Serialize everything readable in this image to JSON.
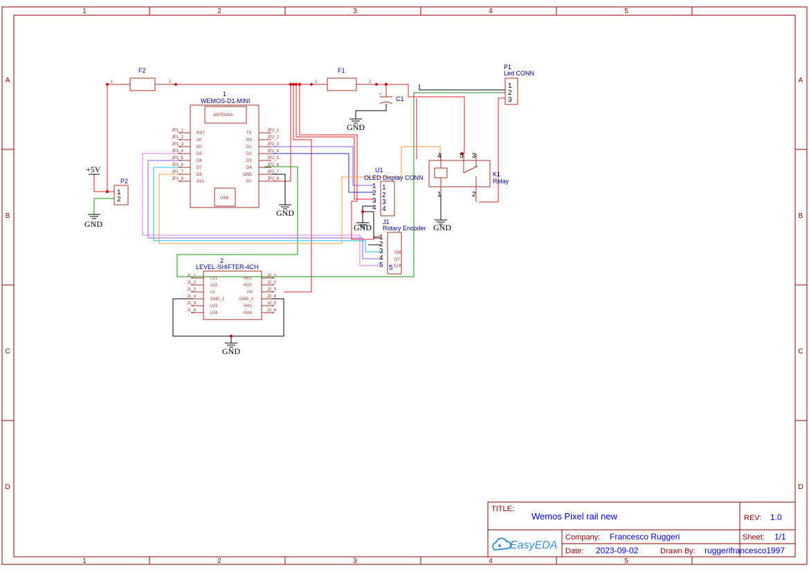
{
  "frame": {
    "columns": [
      "1",
      "2",
      "3",
      "4",
      "5"
    ],
    "rows": [
      "A",
      "B",
      "C",
      "D"
    ]
  },
  "components": {
    "fuse2": {
      "ref": "F2",
      "pin1": "1",
      "pin2": "2"
    },
    "fuse1": {
      "ref": "F1",
      "pin1": "1",
      "pin2": "2"
    },
    "wemos": {
      "num": "1",
      "name": "WEMOS-D1-MINI",
      "antenna": "ANTENNA",
      "usb": "USB",
      "left_pins": [
        "RST",
        "A0",
        "D0",
        "D5",
        "D6",
        "D7",
        "D8",
        "3V3"
      ],
      "left_ids": [
        "JP1_1",
        "JP1_2",
        "JP1_3",
        "JP1_4",
        "JP1_5",
        "JP1_6",
        "JP1_7",
        "JP1_8"
      ],
      "right_pins": [
        "TX",
        "RX",
        "D1",
        "D2",
        "D3",
        "D4",
        "GND",
        "5V"
      ],
      "right_ids": [
        "JP2_1",
        "JP2_2",
        "JP2_3",
        "JP2_4",
        "JP2_5",
        "JP2_6",
        "JP2_7",
        "JP2_8"
      ]
    },
    "cap": {
      "ref": "C1",
      "plus": "+"
    },
    "ledconn": {
      "ref": "P1",
      "name": "Led CONN",
      "pins": [
        "1",
        "2",
        "3"
      ]
    },
    "oled": {
      "ref": "U1",
      "name": "OLED Display CONN",
      "pins": [
        "1",
        "2",
        "3",
        "4"
      ],
      "inner": [
        "1",
        "2",
        "3",
        "4"
      ]
    },
    "relay": {
      "ref": "K1",
      "name": "Relay",
      "pins_top": [
        "4",
        "5",
        "3"
      ],
      "pins_bottom": [
        "1",
        "2"
      ]
    },
    "p2": {
      "ref": "P2",
      "pins": [
        "1",
        "2"
      ]
    },
    "power": {
      "label": "+5V"
    },
    "encoder": {
      "ref": "J1",
      "name": "Rotary Encoder",
      "pins": [
        "1",
        "2",
        "3",
        "4",
        "5"
      ],
      "inner": [
        "SW",
        "DT",
        "CLK"
      ]
    },
    "shifter": {
      "num": "2",
      "name": "LEVEL-SHIFTER-4CH",
      "left_pins": [
        "LV1",
        "LV2",
        "LV",
        "GND_1",
        "LV3",
        "LV4"
      ],
      "left_ids": [
        "J1_1",
        "J1_2",
        "J1_3",
        "J1_4",
        "J1_5",
        "J1_6"
      ],
      "right_pins": [
        "HV1",
        "HV2",
        "HV",
        "GND_2",
        "HV3",
        "HV4"
      ],
      "right_ids": [
        "J2_1",
        "J2_2",
        "J2_3",
        "J2_4",
        "J2_5",
        "J2_6"
      ]
    },
    "gnd_label": "GND"
  },
  "title_block": {
    "title_label": "TITLE:",
    "title": "Wemos Pixel rail new",
    "rev_label": "REV:",
    "rev": "1.0",
    "company_label": "Company:",
    "company": "Francesco Ruggeri",
    "sheet_label": "Sheet:",
    "sheet": "1/1",
    "date_label": "Date:",
    "date": "2023-09-02",
    "drawn_label": "Drawn By:",
    "drawn": "ruggerifrancesco1997",
    "logo": "EasyEDA"
  },
  "colors": {
    "frame": "#8b0000",
    "wire_power": "#e02020",
    "wire_gnd": "#000000",
    "wire_signal_green": "#139013",
    "label_blue": "#000080",
    "brand_blue": "#3a8fd8"
  }
}
